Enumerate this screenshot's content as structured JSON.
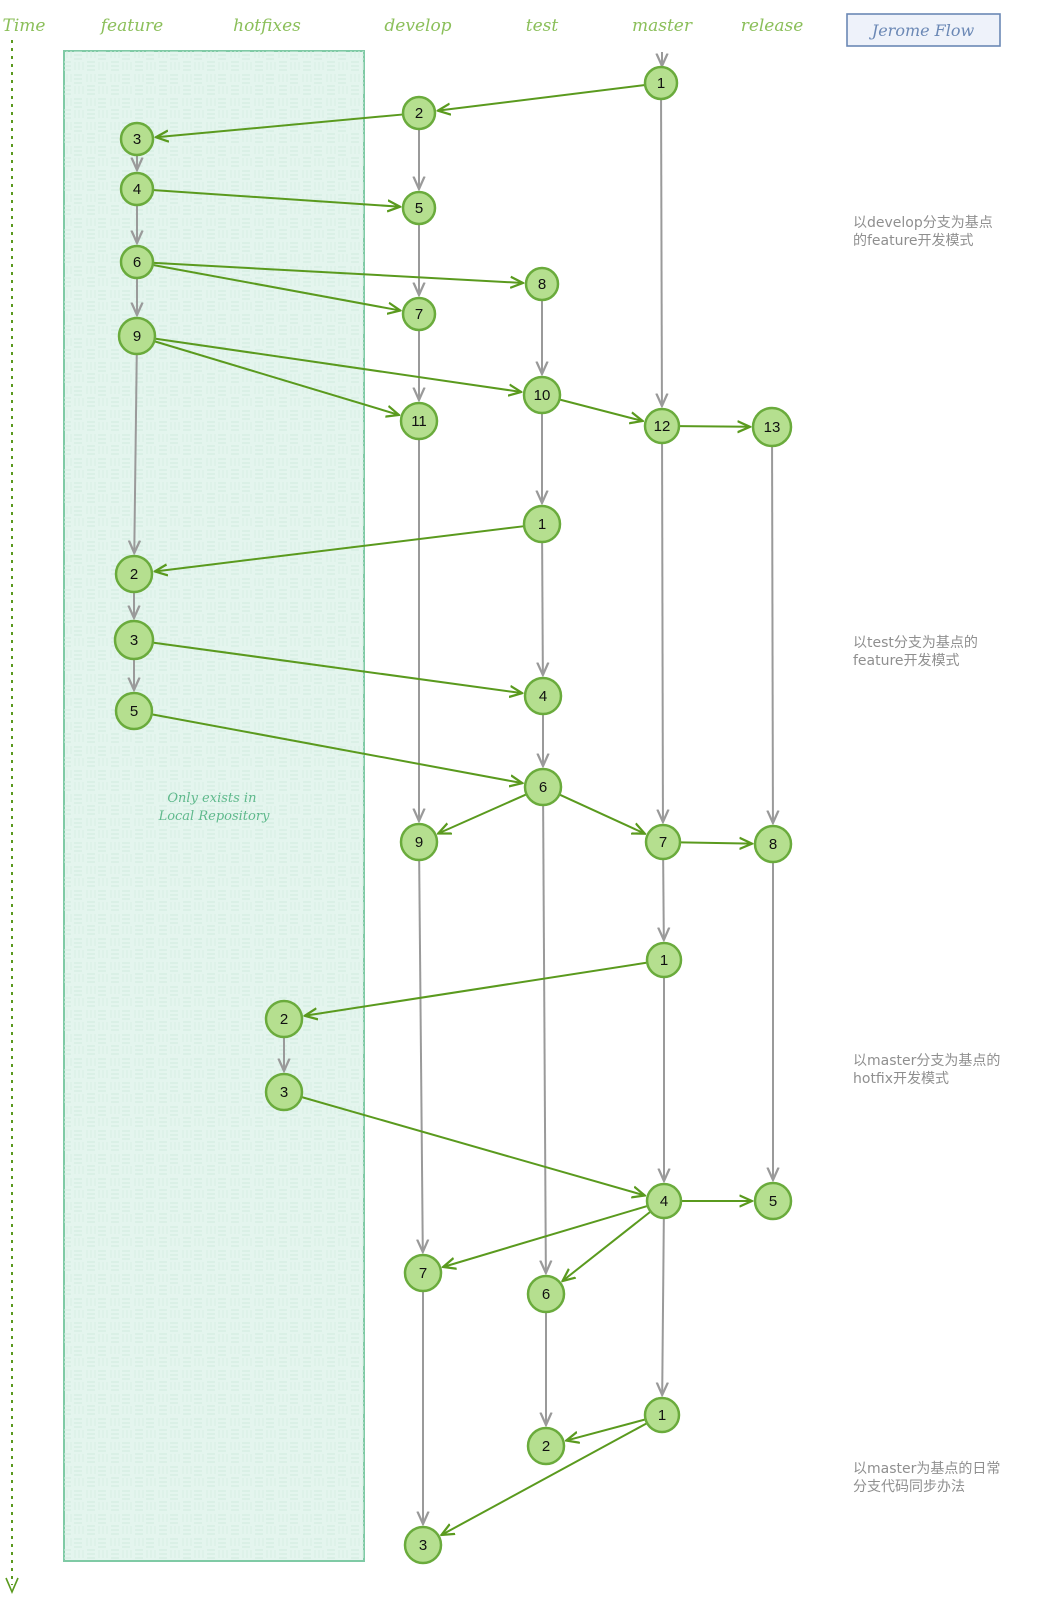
{
  "title": "Jerome Flow",
  "columns": {
    "time": "Time",
    "feature": "feature",
    "hotfixes": "hotfixes",
    "develop": "develop",
    "test": "test",
    "master": "master",
    "release": "release"
  },
  "local_region_text": [
    "Only exists in",
    "Local Repository"
  ],
  "notes": [
    [
      "以develop分支为基点",
      "的feature开发模式"
    ],
    [
      "以test分支为基点的",
      "feature开发模式"
    ],
    [
      "以master分支为基点的",
      "hotfix开发模式"
    ],
    [
      "以master为基点的日常",
      "分支代码同步办法"
    ]
  ],
  "colors": {
    "node_fill": "#b5df8f",
    "node_stroke": "#6aab3c",
    "merge_edge": "#5a9a1e",
    "branch_edge": "#9a9a9a",
    "local_region_fill": "#e4f5ee",
    "local_region_stroke": "#7fcaa5",
    "title_fill": "#eef2fa",
    "title_stroke": "#6b88b5"
  },
  "nodes": [
    {
      "id": "m1",
      "label": "1"
    },
    {
      "id": "d2",
      "label": "2"
    },
    {
      "id": "f3",
      "label": "3"
    },
    {
      "id": "f4",
      "label": "4"
    },
    {
      "id": "d5",
      "label": "5"
    },
    {
      "id": "f6",
      "label": "6"
    },
    {
      "id": "t8",
      "label": "8"
    },
    {
      "id": "d7",
      "label": "7"
    },
    {
      "id": "f9",
      "label": "9"
    },
    {
      "id": "t10",
      "label": "10"
    },
    {
      "id": "d11",
      "label": "11"
    },
    {
      "id": "m12",
      "label": "12"
    },
    {
      "id": "r13",
      "label": "13"
    },
    {
      "id": "t1",
      "label": "1"
    },
    {
      "id": "f2b",
      "label": "2"
    },
    {
      "id": "f3b",
      "label": "3"
    },
    {
      "id": "t4",
      "label": "4"
    },
    {
      "id": "f5b",
      "label": "5"
    },
    {
      "id": "t6",
      "label": "6"
    },
    {
      "id": "d9",
      "label": "9"
    },
    {
      "id": "m7",
      "label": "7"
    },
    {
      "id": "r8",
      "label": "8"
    },
    {
      "id": "m1b",
      "label": "1"
    },
    {
      "id": "h2",
      "label": "2"
    },
    {
      "id": "h3",
      "label": "3"
    },
    {
      "id": "m4",
      "label": "4"
    },
    {
      "id": "r5",
      "label": "5"
    },
    {
      "id": "d7b",
      "label": "7"
    },
    {
      "id": "t6b",
      "label": "6"
    },
    {
      "id": "m1c",
      "label": "1"
    },
    {
      "id": "t2",
      "label": "2"
    },
    {
      "id": "d3",
      "label": "3"
    }
  ],
  "branch_edges": [
    [
      "d2",
      "d5"
    ],
    [
      "d5",
      "d7"
    ],
    [
      "d7",
      "d11"
    ],
    [
      "d11",
      "d9"
    ],
    [
      "d9",
      "d7b"
    ],
    [
      "d7b",
      "d3"
    ],
    [
      "f3",
      "f4"
    ],
    [
      "f4",
      "f6"
    ],
    [
      "f6",
      "f9"
    ],
    [
      "f9",
      "f2b"
    ],
    [
      "f2b",
      "f3b"
    ],
    [
      "f3b",
      "f5b"
    ],
    [
      "t8",
      "t10"
    ],
    [
      "t10",
      "t1"
    ],
    [
      "t1",
      "t4"
    ],
    [
      "t4",
      "t6"
    ],
    [
      "t6",
      "t6b"
    ],
    [
      "t6b",
      "t2"
    ],
    [
      "m1",
      "m12"
    ],
    [
      "m12",
      "m7"
    ],
    [
      "m7",
      "m1b"
    ],
    [
      "m1b",
      "m4"
    ],
    [
      "m4",
      "m1c"
    ],
    [
      "r13",
      "r8"
    ],
    [
      "r8",
      "r5"
    ],
    [
      "h2",
      "h3"
    ]
  ],
  "merge_edges": [
    [
      "m1",
      "d2"
    ],
    [
      "d2",
      "f3"
    ],
    [
      "f4",
      "d5"
    ],
    [
      "f6",
      "t8"
    ],
    [
      "f6",
      "d7"
    ],
    [
      "f9",
      "t10"
    ],
    [
      "f9",
      "d11"
    ],
    [
      "t10",
      "m12"
    ],
    [
      "m12",
      "r13"
    ],
    [
      "t1",
      "f2b"
    ],
    [
      "f3b",
      "t4"
    ],
    [
      "f5b",
      "t6"
    ],
    [
      "t6",
      "d9"
    ],
    [
      "t6",
      "m7"
    ],
    [
      "m7",
      "r8"
    ],
    [
      "m1b",
      "h2"
    ],
    [
      "h3",
      "m4"
    ],
    [
      "m4",
      "r5"
    ],
    [
      "m4",
      "d7b"
    ],
    [
      "m4",
      "t6b"
    ],
    [
      "m1c",
      "t2"
    ],
    [
      "m1c",
      "d3"
    ]
  ]
}
